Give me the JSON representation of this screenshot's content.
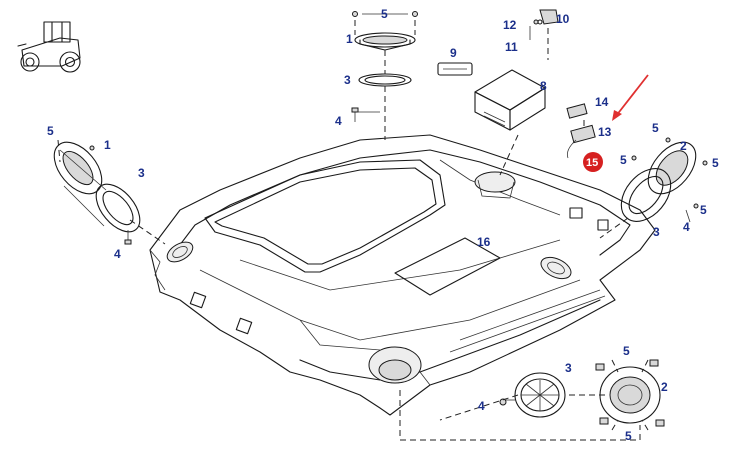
{
  "diagram": {
    "colors": {
      "callout_text": "#1b2f8a",
      "highlight_badge": "#d62020",
      "arrow": "#e03030",
      "outline": "#1a1a1a"
    },
    "callouts": {
      "c1": "1",
      "c2": "2",
      "c3": "3",
      "c4": "4",
      "c5": "5",
      "c8": "8",
      "c9": "9",
      "c10": "10",
      "c11": "11",
      "c12": "12",
      "c13": "13",
      "c14": "14",
      "c15": "15",
      "c16": "16"
    },
    "icons": {
      "tractor": "tractor-icon",
      "pointer": "red-arrow-icon"
    }
  }
}
